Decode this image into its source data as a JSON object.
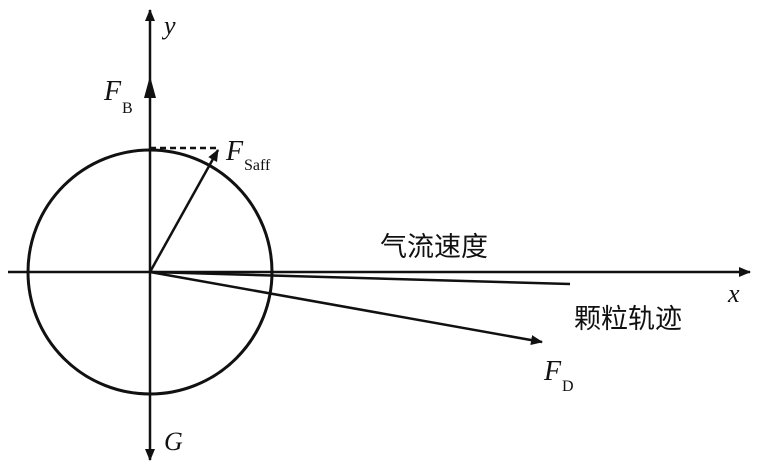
{
  "labels": {
    "y_axis": "y",
    "x_axis": "x",
    "buoyancy": {
      "main": "F",
      "sub": "B"
    },
    "saffman": {
      "main": "F",
      "sub": "Saff"
    },
    "drag": {
      "main": "F",
      "sub": "D"
    },
    "gravity": "G",
    "airflow_velocity": "气流速度",
    "particle_trajectory": "颗粒轨迹"
  },
  "colors": {
    "stroke": "#111111",
    "background": "#ffffff"
  }
}
